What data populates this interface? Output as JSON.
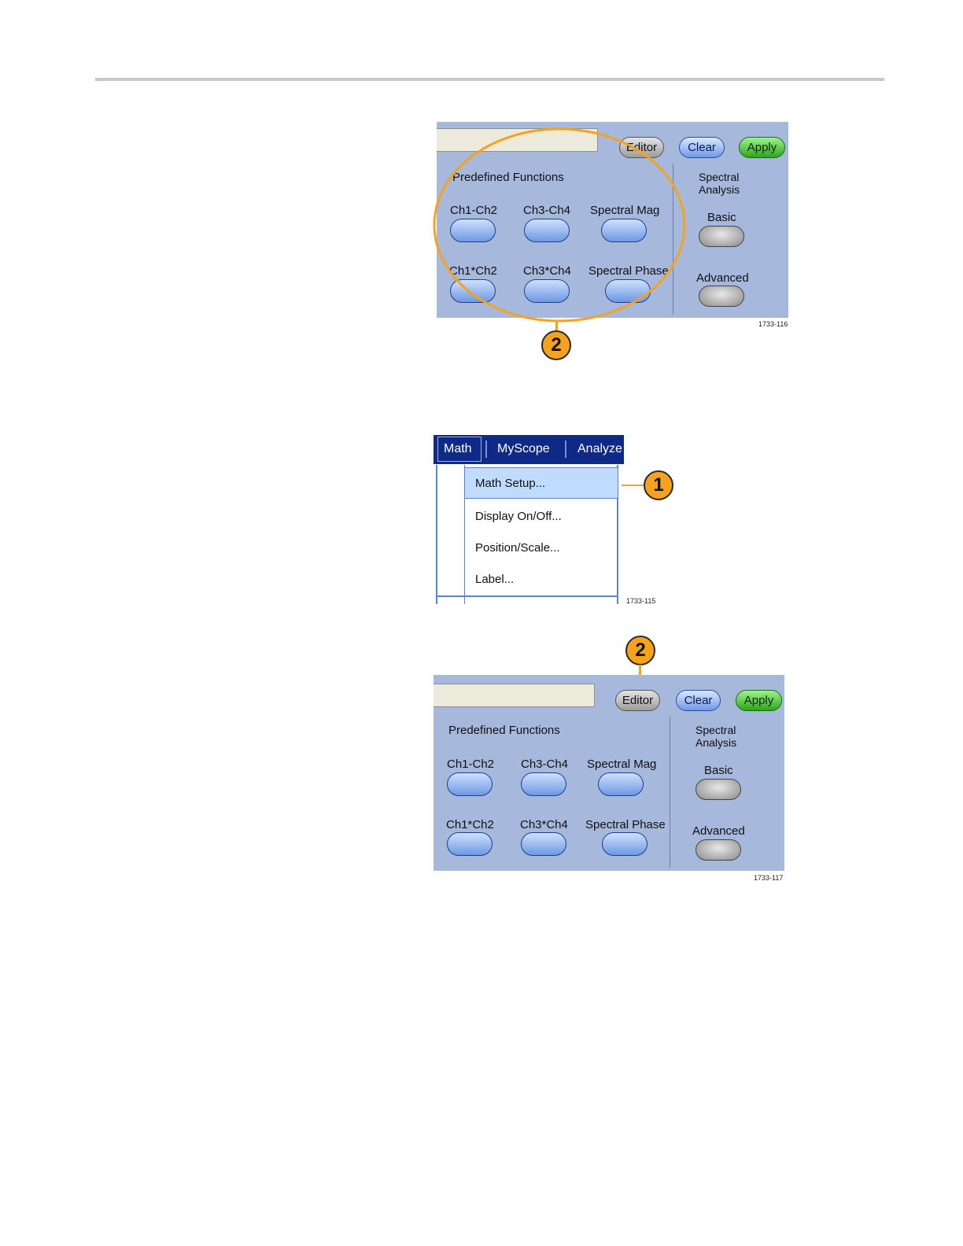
{
  "panel_top": {
    "editor_label": "Editor",
    "clear_label": "Clear",
    "apply_label": "Apply",
    "predefined_title": "Predefined Functions",
    "functions": [
      "Ch1-Ch2",
      "Ch3-Ch4",
      "Spectral Mag",
      "Ch1*Ch2",
      "Ch3*Ch4",
      "Spectral Phase"
    ],
    "spectral_title": "Spectral Analysis",
    "basic_label": "Basic",
    "advanced_label": "Advanced",
    "figure_id": "1733-116",
    "callout": "2"
  },
  "menu": {
    "tabs": [
      "Math",
      "MyScope",
      "Analyze"
    ],
    "items": [
      "Math Setup...",
      "Display On/Off...",
      "Position/Scale...",
      "Label..."
    ],
    "figure_id": "1733-115",
    "callout": "1"
  },
  "panel_bottom": {
    "editor_label": "Editor",
    "clear_label": "Clear",
    "apply_label": "Apply",
    "predefined_title": "Predefined Functions",
    "functions": [
      "Ch1-Ch2",
      "Ch3-Ch4",
      "Spectral Mag",
      "Ch1*Ch2",
      "Ch3*Ch4",
      "Spectral Phase"
    ],
    "spectral_title": "Spectral Analysis",
    "basic_label": "Basic",
    "advanced_label": "Advanced",
    "figure_id": "1733-117",
    "callout": "2"
  },
  "colors": {
    "panel_bg": "#a6b8dc",
    "callout_orange": "#f7a21b",
    "menubar_blue": "#0f2a86",
    "highlight": "#bfdcff"
  }
}
